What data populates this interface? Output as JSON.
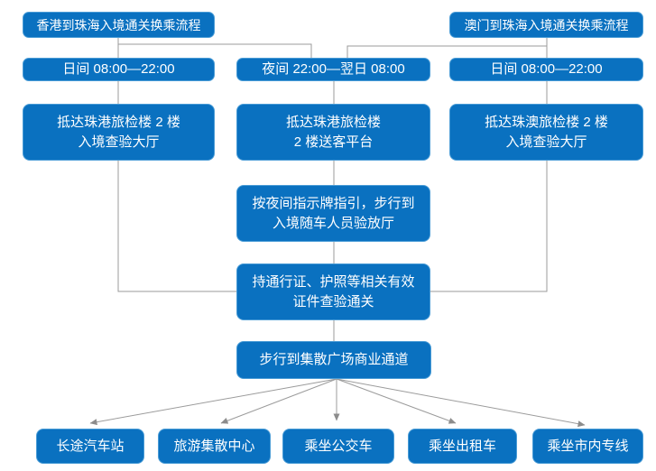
{
  "colors": {
    "box_fill": "#0a71c0",
    "box_border": "#4a9cd6",
    "box_text": "#ffffff",
    "connector": "#9b9b9b",
    "arrowhead": "#8c8c8c",
    "background": "#ffffff"
  },
  "nodes": {
    "hk_title": {
      "label": "香港到珠海入境通关换乘流程"
    },
    "mo_title": {
      "label": "澳门到珠海入境通关换乘流程"
    },
    "hk_day": {
      "label": "日间 08:00—22:00"
    },
    "night": {
      "label": "夜间 22:00—翌日 08:00"
    },
    "mo_day": {
      "label": "日间 08:00—22:00"
    },
    "hk_arrival": {
      "line1": "抵达珠港旅检楼 2 楼",
      "line2": "入境查验大厅"
    },
    "night_arrival": {
      "line1": "抵达珠港旅检楼",
      "line2": "2 楼送客平台"
    },
    "mo_arrival": {
      "line1": "抵达珠澳旅检楼 2 楼",
      "line2": "入境查验大厅"
    },
    "night_walk": {
      "line1": "按夜间指示牌指引，步行到",
      "line2": "入境随车人员验放厅"
    },
    "customs_check": {
      "line1": "持通行证、护照等相关有效",
      "line2": "证件查验通关"
    },
    "walk_plaza": {
      "label": "步行到集散广场商业通道"
    },
    "dest_coach_station": {
      "label": "长途汽车站"
    },
    "dest_tourist_center": {
      "label": "旅游集散中心"
    },
    "dest_bus": {
      "label": "乘坐公交车"
    },
    "dest_taxi": {
      "label": "乘坐出租车"
    },
    "dest_city_line": {
      "label": "乘坐市内专线"
    }
  }
}
